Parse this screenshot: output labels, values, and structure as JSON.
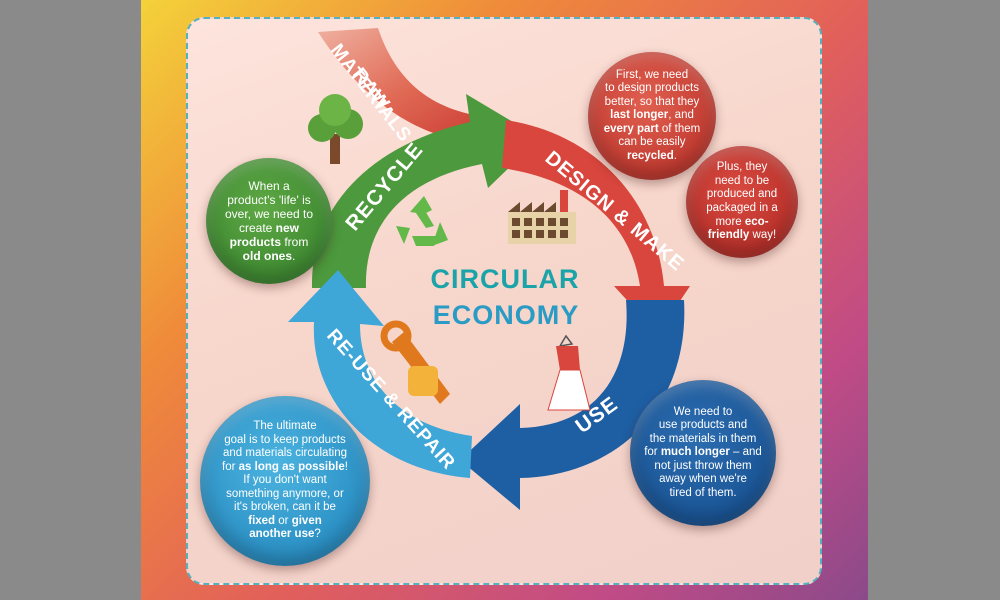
{
  "title": {
    "line1": "CIRCULAR",
    "line2": "ECONOMY"
  },
  "arrows": {
    "raw_materials_1": "RAW",
    "raw_materials_2": "MATERIALS",
    "design_make": "DESIGN & MAKE",
    "use": "USE",
    "reuse_repair": "RE-USE & REPAIR",
    "recycle": "RECYCLE"
  },
  "bubbles": {
    "design": {
      "t1": "First, we need",
      "t2": "to design products",
      "t3": "better, so that they",
      "t4b": "last longer",
      "t4": ", and",
      "t5b": "every part",
      "t5": " of them",
      "t6": "can be easily",
      "t7b": "recycled",
      "t7": "."
    },
    "eco": {
      "t1": "Plus, they",
      "t2": "need to be",
      "t3": "produced and",
      "t4": "packaged in a",
      "t5": "more ",
      "t5b": "eco-",
      "t6b": "friendly",
      "t6": " way!"
    },
    "recycle": {
      "t1": "When a",
      "t2": "product's 'life' is",
      "t3": "over, we need to",
      "t4": "create ",
      "t4b": "new",
      "t5b": "products",
      "t5": " from",
      "t6b": "old ones",
      "t6": "."
    },
    "use": {
      "t1": "We need to",
      "t2": "use products and",
      "t3": "the materials in them",
      "t4": "for ",
      "t4b": "much longer",
      "t4c": " – and",
      "t5": "not just throw them",
      "t6": "away when we're",
      "t7": "tired of them."
    },
    "repair": {
      "t1": "The ultimate",
      "t2": "goal is to keep products",
      "t3": "and materials circulating",
      "t4": "for ",
      "t4b": "as long as possible",
      "t4c": "!",
      "t5": "If you don't want",
      "t6": "something anymore, or",
      "t7": "it's broken, can it be",
      "t8b": "fixed",
      "t8": " or ",
      "t8c": "given",
      "t9b": "another use",
      "t9": "?"
    }
  },
  "colors": {
    "green": "#4c9a3d",
    "red": "#d8463d",
    "blue": "#1e5fa4",
    "light_blue": "#3fa6d8",
    "teal_title": "#1aa3a8",
    "teal_title2": "#2a9bc4"
  },
  "icons": [
    "tree-icon",
    "factory-icon",
    "recycle-icon",
    "dress-icon",
    "wrench-hand-icon"
  ]
}
